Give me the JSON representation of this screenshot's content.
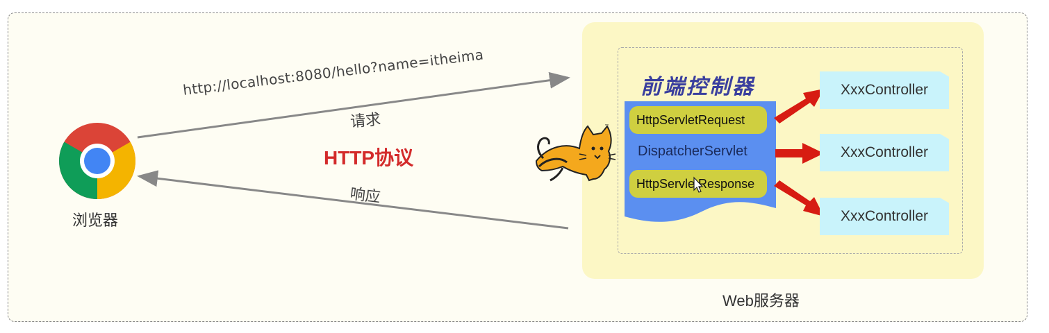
{
  "browser": {
    "label": "浏览器"
  },
  "request": {
    "url": "http://localhost:8080/hello?name=itheima",
    "label": "请求"
  },
  "response": {
    "label": "响应"
  },
  "protocol": {
    "label": "HTTP协议"
  },
  "server": {
    "label": "Web服务器",
    "front_controller_title": "前端控制器",
    "dispatcher_servlet": "DispatcherServlet",
    "request_object": "HttpServletRequest",
    "response_object": "HttpServletResponse",
    "controllers": [
      "XxxController",
      "XxxController",
      "XxxController"
    ]
  },
  "colors": {
    "arrow_gray": "#888888",
    "arrow_red": "#d71c12",
    "http_red": "#d32a2a",
    "dispatcher_blue": "#5b8ff0",
    "pill_yellow": "#cfcf40",
    "controller_cyan": "#c9f3fb",
    "server_bg": "#fcf7c5"
  },
  "icons": [
    "chrome-browser-icon",
    "tomcat-logo-icon",
    "mouse-cursor-icon"
  ]
}
